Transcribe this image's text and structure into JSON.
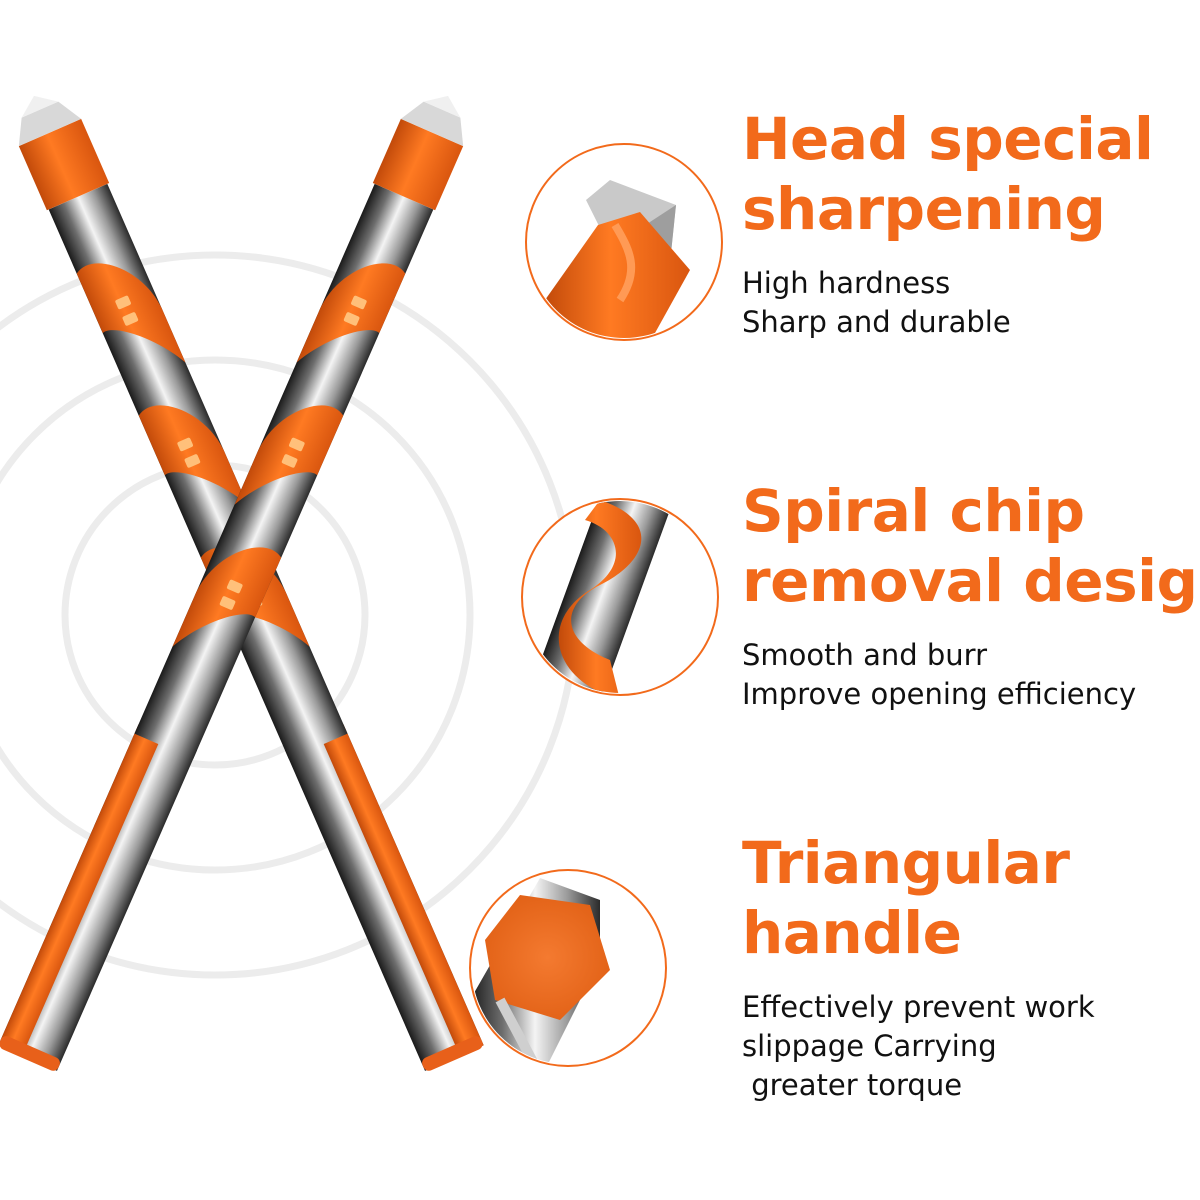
{
  "features": [
    {
      "heading": [
        "Head special",
        "sharpening"
      ],
      "details": [
        "High hardness",
        "Sharp and durable"
      ],
      "detail_icon": "drill-tip-closeup"
    },
    {
      "heading": [
        "Spiral chip",
        "removal design"
      ],
      "details": [
        "Smooth and burr",
        "Improve opening efficiency"
      ],
      "detail_icon": "spiral-flute-closeup"
    },
    {
      "heading": [
        "Triangular",
        "handle"
      ],
      "details": [
        "Effectively prevent work",
        "slippage Carrying",
        " greater torque"
      ],
      "detail_icon": "triangular-shank-closeup"
    }
  ],
  "colors": {
    "accent": "#f26a1b",
    "text": "#111111",
    "steel": "#c8c8c8",
    "ring": "#ececec"
  }
}
